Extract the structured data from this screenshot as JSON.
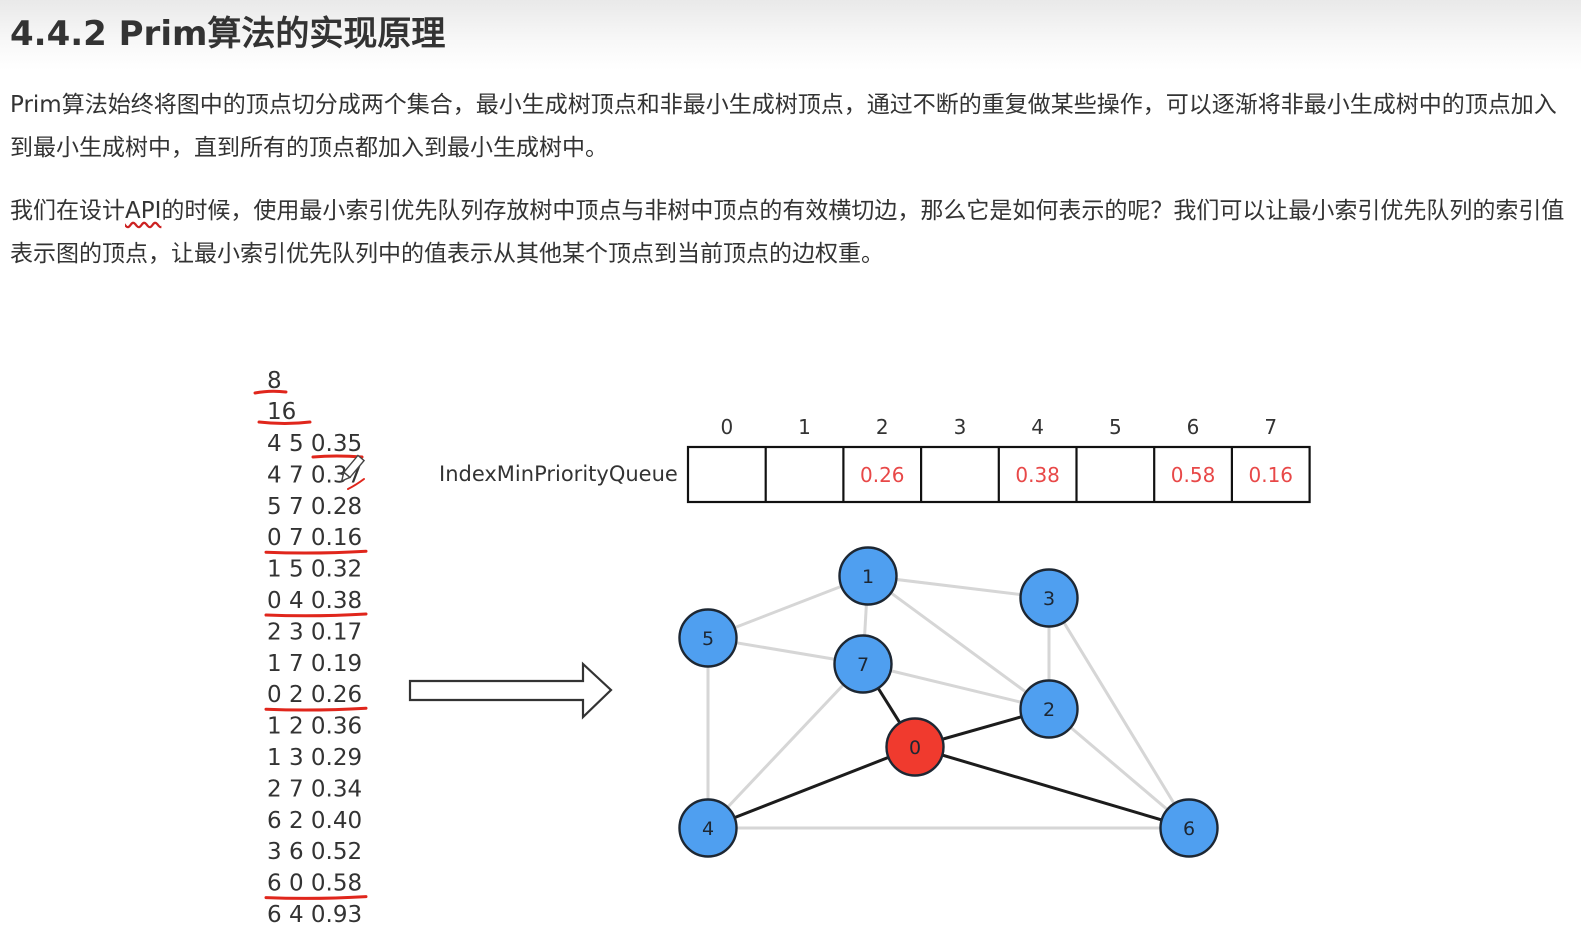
{
  "heading": "4.4.2 Prim算法的实现原理",
  "paragraph1": "Prim算法始终将图中的顶点切分成两个集合，最小生成树顶点和非最小生成树顶点，通过不断的重复做某些操作，可以逐渐将非最小生成树中的顶点加入到最小生成树中，直到所有的顶点都加入到最小生成树中。",
  "paragraph2": {
    "before": "我们在设计",
    "api": "API",
    "after": "的时候，使用最小索引优先队列存放树中顶点与非树中顶点的有效横切边，那么它是如何表示的呢？我们可以让最小索引优先队列的索引值表示图的顶点，让最小索引优先队列中的值表示从其他某个顶点到当前顶点的边权重。"
  },
  "input_listing": {
    "vertex_count": "8",
    "edge_count": "16",
    "edges": [
      {
        "v": "4",
        "w": "5",
        "weight": "0.35",
        "marked": false
      },
      {
        "v": "4",
        "w": "7",
        "weight": "0.37",
        "marked": false
      },
      {
        "v": "5",
        "w": "7",
        "weight": "0.28",
        "marked": false
      },
      {
        "v": "0",
        "w": "7",
        "weight": "0.16",
        "marked": true
      },
      {
        "v": "1",
        "w": "5",
        "weight": "0.32",
        "marked": false
      },
      {
        "v": "0",
        "w": "4",
        "weight": "0.38",
        "marked": true
      },
      {
        "v": "2",
        "w": "3",
        "weight": "0.17",
        "marked": false
      },
      {
        "v": "1",
        "w": "7",
        "weight": "0.19",
        "marked": false
      },
      {
        "v": "0",
        "w": "2",
        "weight": "0.26",
        "marked": true
      },
      {
        "v": "1",
        "w": "2",
        "weight": "0.36",
        "marked": false
      },
      {
        "v": "1",
        "w": "3",
        "weight": "0.29",
        "marked": false
      },
      {
        "v": "2",
        "w": "7",
        "weight": "0.34",
        "marked": false
      },
      {
        "v": "6",
        "w": "2",
        "weight": "0.40",
        "marked": false
      },
      {
        "v": "3",
        "w": "6",
        "weight": "0.52",
        "marked": false
      },
      {
        "v": "6",
        "w": "0",
        "weight": "0.58",
        "marked": true
      },
      {
        "v": "6",
        "w": "4",
        "weight": "0.93",
        "marked": false
      }
    ]
  },
  "priority_queue": {
    "label": "IndexMinPriorityQueue",
    "indices": [
      "0",
      "1",
      "2",
      "3",
      "4",
      "5",
      "6",
      "7"
    ],
    "values": [
      "",
      "",
      "0.26",
      "",
      "0.38",
      "",
      "0.58",
      "0.16"
    ]
  },
  "graph": {
    "vertices": [
      "0",
      "1",
      "2",
      "3",
      "4",
      "5",
      "6",
      "7"
    ],
    "tree_vertices": [
      "0"
    ],
    "edges": [
      {
        "a": "5",
        "b": "1",
        "kind": "normal"
      },
      {
        "a": "1",
        "b": "3",
        "kind": "normal"
      },
      {
        "a": "1",
        "b": "7",
        "kind": "normal"
      },
      {
        "a": "1",
        "b": "2",
        "kind": "normal"
      },
      {
        "a": "5",
        "b": "7",
        "kind": "normal"
      },
      {
        "a": "5",
        "b": "4",
        "kind": "normal"
      },
      {
        "a": "7",
        "b": "2",
        "kind": "normal"
      },
      {
        "a": "7",
        "b": "4",
        "kind": "normal"
      },
      {
        "a": "3",
        "b": "2",
        "kind": "normal"
      },
      {
        "a": "3",
        "b": "6",
        "kind": "normal"
      },
      {
        "a": "2",
        "b": "6",
        "kind": "normal"
      },
      {
        "a": "4",
        "b": "6",
        "kind": "normal"
      },
      {
        "a": "0",
        "b": "7",
        "kind": "crossing"
      },
      {
        "a": "0",
        "b": "2",
        "kind": "crossing"
      },
      {
        "a": "0",
        "b": "4",
        "kind": "crossing"
      },
      {
        "a": "0",
        "b": "6",
        "kind": "crossing"
      }
    ]
  },
  "colors": {
    "text": "#333333",
    "tree_vertex": "#f03a2e",
    "non_tree_vertex": "#4f9ff0",
    "vertex_stroke": "#1d2733",
    "crossing_edge": "#1c1c1c",
    "normal_edge": "#d6d6d6",
    "annotation_red": "#e0261c",
    "queue_value": "#e84848"
  }
}
